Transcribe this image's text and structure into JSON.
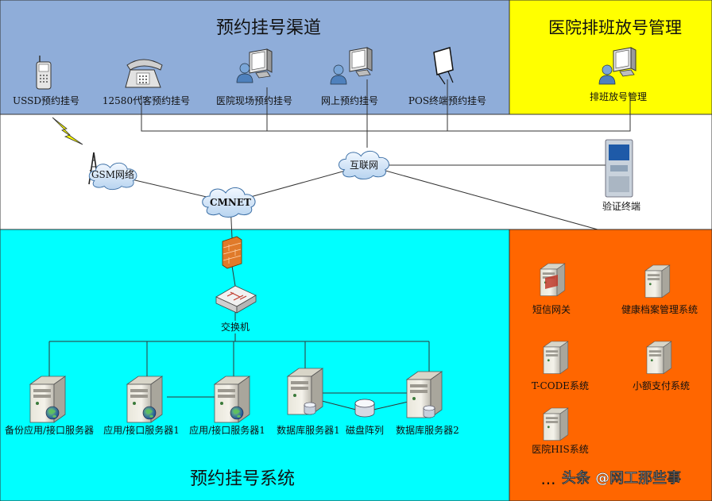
{
  "sections": {
    "channels_title": "预约挂号渠道",
    "hospital_mgmt_title": "医院排班放号管理",
    "system_title": "预约挂号系统",
    "partial_title": "..."
  },
  "channels": [
    {
      "label": "USSD预约挂号",
      "icon": "mobile-phone-icon"
    },
    {
      "label": "12580代客预约挂号",
      "icon": "desk-phone-icon"
    },
    {
      "label": "医院现场预约挂号",
      "icon": "user-computer-icon"
    },
    {
      "label": "网上预约挂号",
      "icon": "user-computer-icon"
    },
    {
      "label": "POS终端预约挂号",
      "icon": "pos-terminal-icon"
    }
  ],
  "hospital_mgmt": {
    "label": "排班放号管理",
    "icon": "user-computer-icon"
  },
  "networks": {
    "gsm": "GSM网络",
    "internet": "互联网",
    "cmnet": "CMNET"
  },
  "verification_terminal": {
    "label": "验证终端",
    "icon": "kiosk-icon"
  },
  "core": {
    "firewall_icon": "firewall-icon",
    "switch": "交换机"
  },
  "servers": [
    "备份应用/接口服务器",
    "应用/接口服务器1",
    "应用/接口服务器1",
    "数据库服务器1",
    "磁盘阵列",
    "数据库服务器2"
  ],
  "external_systems": [
    "短信网关",
    "健康档案管理系统",
    "T-CODE系统",
    "小额支付系统",
    "医院HIS系统"
  ],
  "watermark": "头条 @网工那些事",
  "colors": {
    "channels_bg": "#8fadd9",
    "hospital_bg": "#ffff00",
    "system_bg": "#00ffff",
    "external_bg": "#ff6600"
  }
}
